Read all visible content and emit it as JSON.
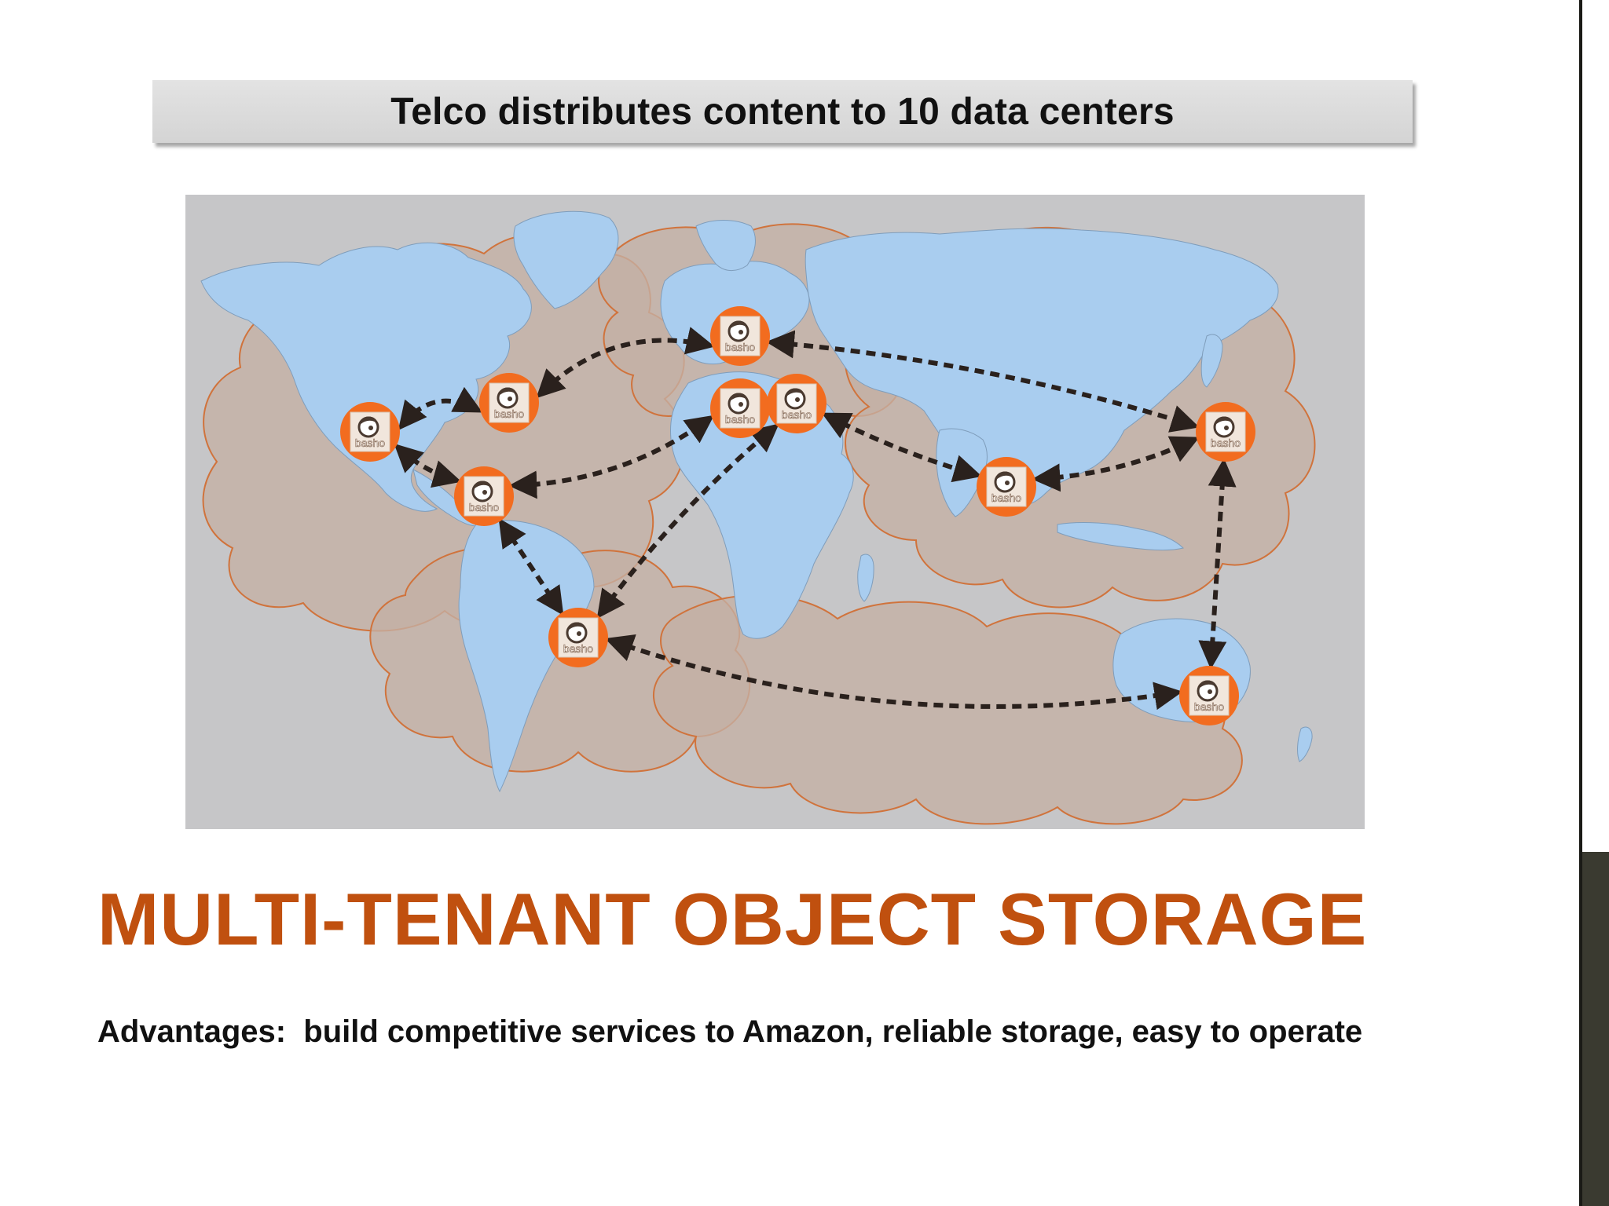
{
  "slide": {
    "header": "Telco distributes content to 10 data centers",
    "title": "MULTI-TENANT OBJECT STORAGE",
    "advantages": "Advantages:  build competitive services to Amazon, reliable storage, easy to operate"
  },
  "diagram": {
    "node_label": "basho",
    "nodes": [
      {
        "id": "us-west"
      },
      {
        "id": "us-east"
      },
      {
        "id": "mexico"
      },
      {
        "id": "brazil"
      },
      {
        "id": "scandinavia"
      },
      {
        "id": "western-europe"
      },
      {
        "id": "central-europe"
      },
      {
        "id": "india"
      },
      {
        "id": "japan"
      },
      {
        "id": "australia"
      }
    ],
    "links": [
      [
        "us-west",
        "us-east"
      ],
      [
        "us-east",
        "scandinavia"
      ],
      [
        "us-west",
        "mexico"
      ],
      [
        "mexico",
        "western-europe"
      ],
      [
        "brazil",
        "mexico"
      ],
      [
        "brazil",
        "central-europe"
      ],
      [
        "scandinavia",
        "japan"
      ],
      [
        "central-europe",
        "india"
      ],
      [
        "india",
        "japan"
      ],
      [
        "japan",
        "australia"
      ],
      [
        "brazil",
        "australia"
      ]
    ]
  },
  "colors": {
    "title": "#c0500f",
    "node_ring": "#f26c1f",
    "ocean": "#c6c6c8",
    "land": "#a9cdef",
    "cloud": "#c4b0a4",
    "cloud_outline": "#d0733c",
    "arrow": "#2a211d"
  },
  "icons": {
    "node": "basho-logo-icon",
    "map": "world-map"
  }
}
